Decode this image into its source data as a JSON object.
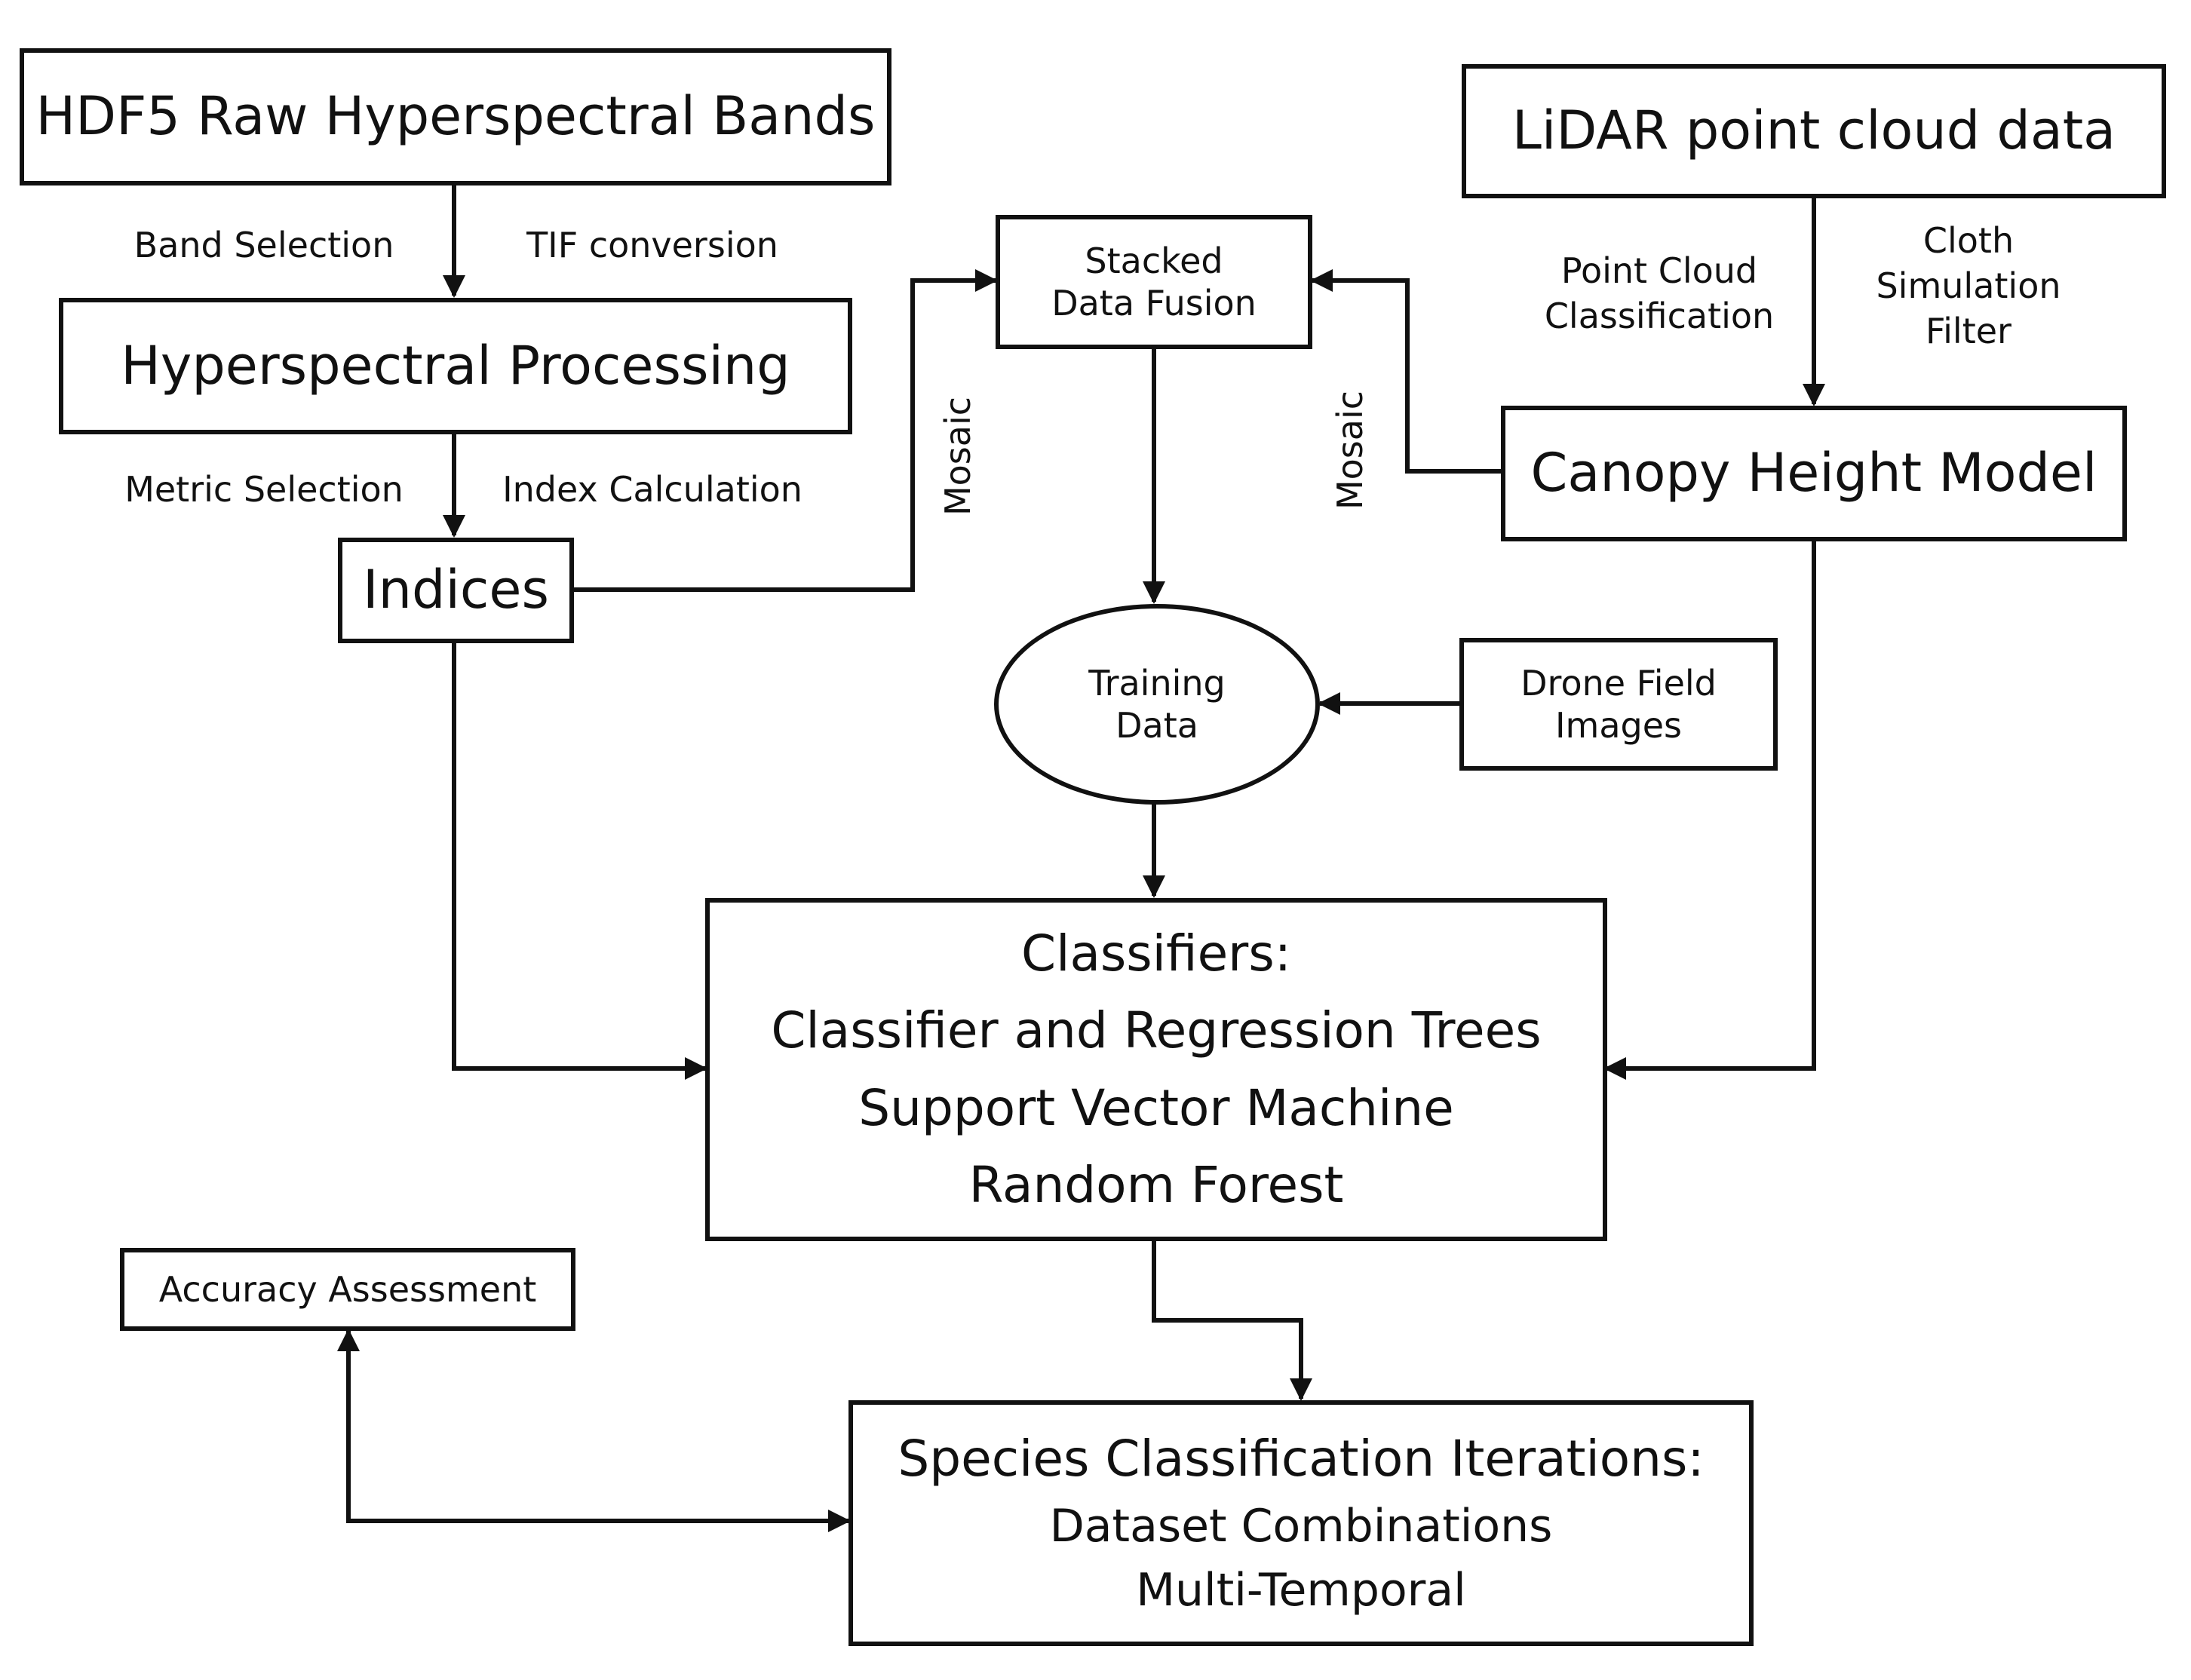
{
  "nodes": {
    "hdf5": "HDF5 Raw Hyperspectral Bands",
    "hyper": "Hyperspectral Processing",
    "indices": "Indices",
    "stacked": [
      "Stacked",
      "Data Fusion"
    ],
    "lidar": "LiDAR point cloud data",
    "chm": "Canopy Height Model",
    "training": [
      "Training",
      "Data"
    ],
    "drone": [
      "Drone Field",
      "Images"
    ],
    "classifiers": [
      "Classifiers:",
      "Classifier and Regression Trees",
      "Support Vector Machine",
      "Random Forest"
    ],
    "accuracy": "Accuracy Assessment",
    "species": [
      "Species Classification Iterations:",
      "Dataset Combinations",
      "Multi-Temporal"
    ]
  },
  "edge_labels": {
    "band_selection": "Band Selection",
    "tif_conversion": "TIF conversion",
    "metric_selection": "Metric Selection",
    "index_calculation": "Index Calculation",
    "mosaic_left": "Mosaic",
    "mosaic_right": "Mosaic",
    "point_cloud": [
      "Point Cloud",
      "Classification"
    ],
    "cloth": [
      "Cloth",
      "Simulation",
      "Filter"
    ]
  }
}
